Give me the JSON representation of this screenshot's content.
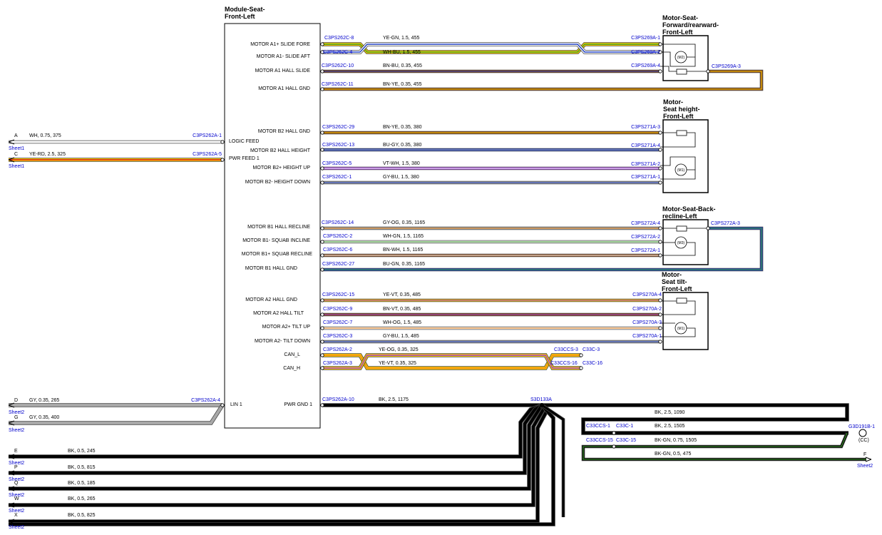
{
  "module": {
    "title_line1": "Module-Seat-",
    "title_line2": "Front-Left",
    "pins": [
      "MOTOR A1+ SLIDE FORE",
      "MOTOR A1- SLIDE AFT",
      "MOTOR A1 HALL SLIDE",
      "MOTOR A1 HALL GND",
      "MOTOR B2 HALL GND",
      "LOGIC FEED",
      "MOTOR B2 HALL HEIGHT",
      "PWR FEED 1",
      "MOTOR B2+ HEIGHT UP",
      "MOTOR B2- HEIGHT DOWN",
      "MOTOR B1 HALL RECLINE",
      "MOTOR B1- SQUAB INCLINE",
      "MOTOR B1+ SQUAB RECLINE",
      "MOTOR B1 HALL GND",
      "MOTOR A2 HALL GND",
      "MOTOR A2 HALL TILT",
      "MOTOR A2+ TILT UP",
      "MOTOR A2- TILT DOWN",
      "CAN_L",
      "CAN_H",
      "LIN 1",
      "PWR GND 1"
    ]
  },
  "components": {
    "slide": [
      "Motor-Seat-",
      "Forward/rearward-",
      "Front-Left"
    ],
    "height": [
      "Motor-",
      "Seat height-",
      "Front-Left"
    ],
    "recline": [
      "Motor-Seat-Back-",
      "recline-Left"
    ],
    "tilt": [
      "Motor-",
      "Seat tilt-",
      "Front-Left"
    ]
  },
  "motor_labels": [
    "(M2)",
    "(M1)",
    "(M3)",
    "(M1)"
  ],
  "connectors": [
    "C3PS262C-8",
    "C3PS262C-4",
    "C3PS262C-10",
    "C3PS262C-11",
    "C3PS269A-1",
    "C3PS269A-2",
    "C3PS269A-4",
    "C3PS269A-3",
    "C3PS262C-29",
    "C3PS262C-13",
    "C3PS262C-5",
    "C3PS262C-1",
    "C3PS271A-3",
    "C3PS271A-4",
    "C3PS271A-2",
    "C3PS271A-1",
    "C3PS262C-14",
    "C3PS262C-2",
    "C3PS262C-6",
    "C3PS262C-27",
    "C3PS272A-4",
    "C3PS272A-2",
    "C3PS272A-1",
    "C3PS272A-3",
    "C3PS262C-15",
    "C3PS262C-9",
    "C3PS262C-7",
    "C3PS262C-3",
    "C3PS270A-4",
    "C3PS270A-2",
    "C3PS270A-3",
    "C3PS270A-1",
    "C3PS262A-2",
    "C3PS262A-3",
    "C33CCS-3",
    "C33C-3",
    "C33CCS-16",
    "C33C-16",
    "C3PS262A-1",
    "C3PS262A-5",
    "C3PS262A-4",
    "C3PS262A-10",
    "S3D133A",
    "C33CCS-1",
    "C33C-1",
    "C33CCS-15",
    "C33C-15",
    "G3D191B-1",
    "(CC)"
  ],
  "wires": [
    "YE-GN,  1.5,  455",
    "WH-BU,  1.5,  455",
    "BN-BU,  0.35,  455",
    "BN-YE,  0.35,  455",
    "BN-YE,  0.35,  380",
    "BU-GY,  0.35,  380",
    "VT-WH,  1.5,  380",
    "GY-BU,  1.5,  380",
    "GY-OG,  0.35,  1165",
    "WH-GN,  1.5,  1165",
    "BN-WH,  1.5,  1165",
    "BU-GN,  0.35,  1165",
    "YE-VT,  0.35,  485",
    "BN-VT,  0.35,  485",
    "WH-OG,  1.5,  485",
    "GY-BU,  1.5,  485",
    "YE-OG,  0.35,  325",
    "YE-VT,  0.35,  325",
    "WH,  0.75,  375",
    "YE-RD,  2.5,  325",
    "GY,  0.35,  265",
    "GY,  0.35,  400",
    "BK,  2.5,  1175",
    "BK,  2.5,  1090",
    "BK,  2.5,  1505",
    "BK-GN,  0.75,  1505",
    "BK-GN,  0.5,  475",
    "BK,  0.5,  245",
    "BK,  0.5,  815",
    "BK,  0.5,  185",
    "BK,  0.5,  265",
    "BK,  0.5,  825"
  ],
  "offsheet": {
    "letters": [
      "A",
      "C",
      "D",
      "G",
      "E",
      "P",
      "Q",
      "W",
      "X",
      "F"
    ],
    "sheets": [
      "Sheet1",
      "Sheet1",
      "Sheet2",
      "Sheet2",
      "Sheet2",
      "Sheet2",
      "Sheet2",
      "Sheet2",
      "Sheet2",
      "Sheet2"
    ]
  },
  "colors": {
    "YE": "#f5c400",
    "GN": "#3ea12e",
    "WH": "#ffffff",
    "BU": "#1f3fbf",
    "BN": "#8b4a1a",
    "GY": "#a8a8a8",
    "VT": "#9b3fd1",
    "OG": "#f08a1c",
    "RD": "#d42020",
    "BK": "#000000",
    "text_link": "#0000cc"
  }
}
